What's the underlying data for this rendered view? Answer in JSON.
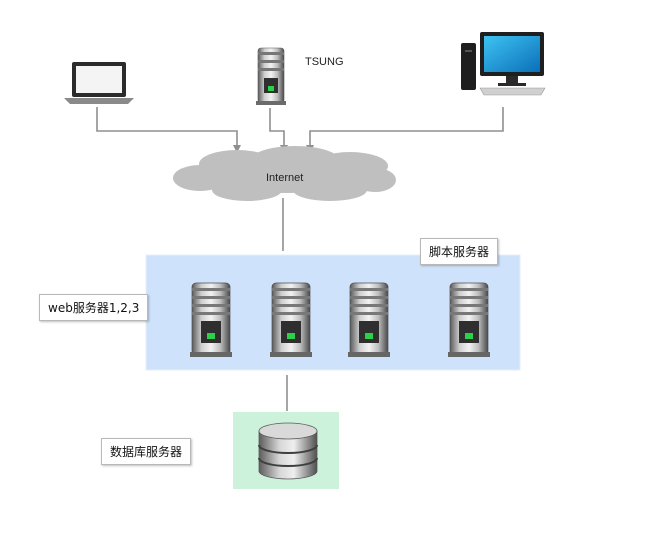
{
  "diagram": {
    "tsung_label": "TSUNG",
    "internet_label": "Internet",
    "script_server_label": "脚本服务器",
    "web_servers_label": "web服务器1,2,3",
    "db_server_label": "数据库服务器"
  },
  "colors": {
    "arrow": "#8f8f8f",
    "cloud": "#bfbfbf",
    "server_zone": "#cfe2fb",
    "db_zone": "#ccf2dc",
    "server_led": "#2bd14a"
  }
}
